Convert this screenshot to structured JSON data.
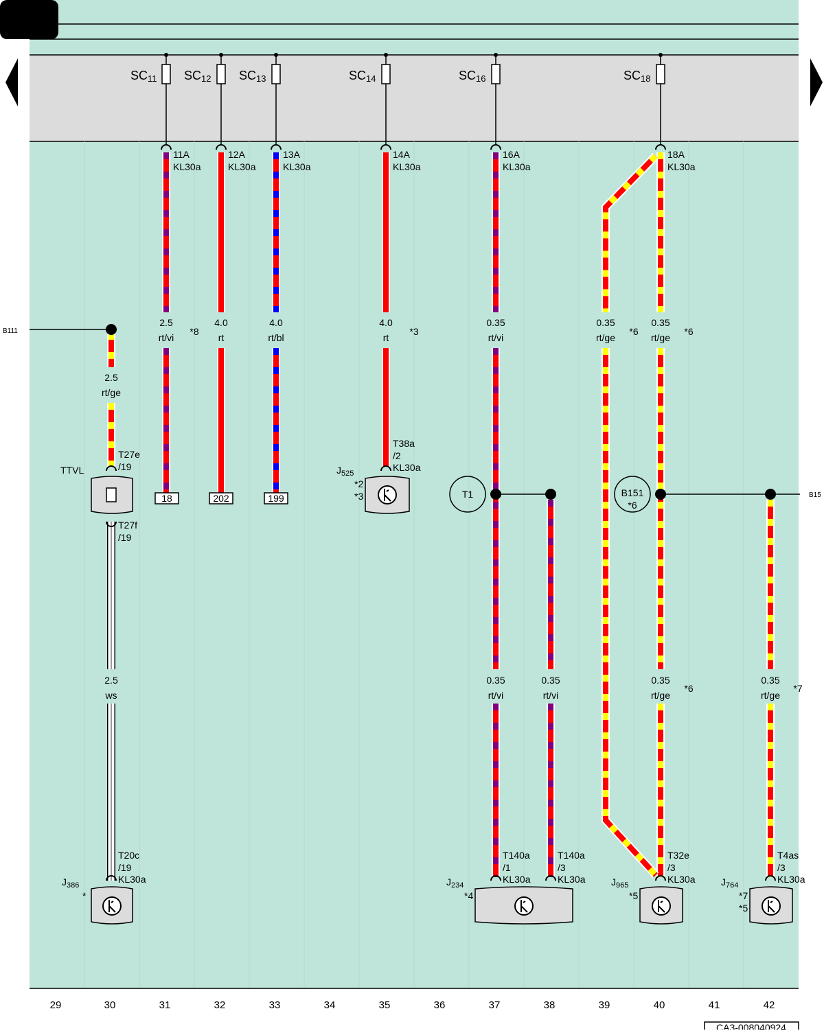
{
  "colors": {
    "background": "#bfe5da",
    "fuse_band": "#dcdcdc",
    "rt": "#ff0000",
    "vi": "#800080",
    "bl": "#0000ff",
    "ge": "#ffff00",
    "ws": "#ffffff",
    "component": "#dcdcdc"
  },
  "nav": {
    "left_arrow": "arrow-left-icon",
    "right_arrow": "arrow-right-icon"
  },
  "fuses": [
    {
      "name": "SC",
      "sub": "11"
    },
    {
      "name": "SC",
      "sub": "12"
    },
    {
      "name": "SC",
      "sub": "13"
    },
    {
      "name": "SC",
      "sub": "14"
    },
    {
      "name": "SC",
      "sub": "16"
    },
    {
      "name": "SC",
      "sub": "18"
    }
  ],
  "fuse_outputs": [
    {
      "pin": "11A",
      "term": "KL30a"
    },
    {
      "pin": "12A",
      "term": "KL30a"
    },
    {
      "pin": "13A",
      "term": "KL30a"
    },
    {
      "pin": "14A",
      "term": "KL30a"
    },
    {
      "pin": "16A",
      "term": "KL30a"
    },
    {
      "pin": "18A",
      "term": "KL30a"
    }
  ],
  "wire_labels": [
    {
      "size": "2.5",
      "color": "rt/ge"
    },
    {
      "size": "2.5",
      "color": "rt/vi",
      "note": "*8"
    },
    {
      "size": "4.0",
      "color": "rt"
    },
    {
      "size": "4.0",
      "color": "rt/bl"
    },
    {
      "size": "4.0",
      "color": "rt",
      "note": "*3"
    },
    {
      "size": "0.35",
      "color": "rt/vi"
    },
    {
      "size": "0.35",
      "color": "rt/ge",
      "note": "*6"
    },
    {
      "size": "0.35",
      "color": "rt/ge",
      "note": "*6"
    },
    {
      "size": "2.5",
      "color": "ws"
    },
    {
      "size": "0.35",
      "color": "rt/vi"
    },
    {
      "size": "0.35",
      "color": "rt/vi"
    },
    {
      "size": "0.35",
      "color": "rt/ge",
      "note": "*6"
    },
    {
      "size": "0.35",
      "color": "rt/ge",
      "note": "*7"
    }
  ],
  "references": {
    "left": "B111",
    "right": "B15",
    "ref_18": "18",
    "ref_202": "202",
    "ref_199": "199"
  },
  "connectors": {
    "t27e": [
      "T27e",
      "/19"
    ],
    "t27f": [
      "T27f",
      "/19"
    ],
    "t38a": [
      "T38a",
      "/2",
      "KL30a"
    ],
    "t20c": [
      "T20c",
      "/19",
      "KL30a"
    ],
    "t140a1": [
      "T140a",
      "/1",
      "KL30a"
    ],
    "t140a3": [
      "T140a",
      "/3",
      "KL30a"
    ],
    "t32e": [
      "T32e",
      "/3",
      "KL30a"
    ],
    "t4as": [
      "T4as",
      "/3",
      "KL30a"
    ]
  },
  "components": {
    "ttvl": "TTVL",
    "j525": {
      "name": "J",
      "sub": "525",
      "notes": [
        "*2",
        "*3"
      ]
    },
    "j386": {
      "name": "J",
      "sub": "386",
      "notes": [
        "*"
      ]
    },
    "j234": {
      "name": "J",
      "sub": "234",
      "notes": [
        "*4"
      ]
    },
    "j965": {
      "name": "J",
      "sub": "965",
      "notes": [
        "*5"
      ]
    },
    "j764": {
      "name": "J",
      "sub": "764",
      "notes": [
        "*7",
        "*5"
      ]
    },
    "t1": "T1",
    "b151": {
      "name": "B151",
      "note": "*6"
    }
  },
  "columns": [
    "29",
    "30",
    "31",
    "32",
    "33",
    "34",
    "35",
    "36",
    "37",
    "38",
    "39",
    "40",
    "41",
    "42"
  ],
  "doc_id": "CA3-008040924"
}
